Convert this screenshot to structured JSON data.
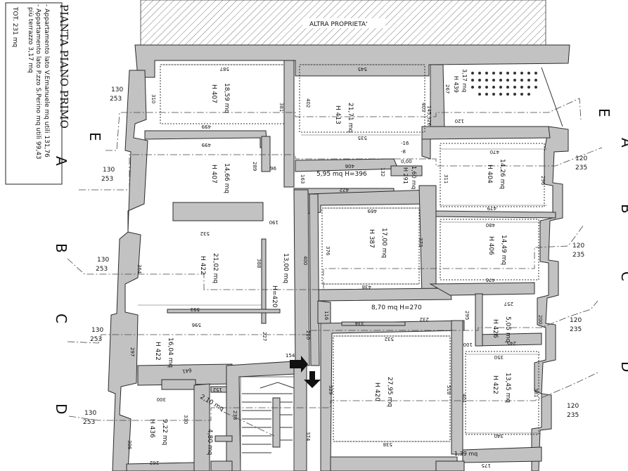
{
  "legend": {
    "title": "PIANTA PIANO PRIMO",
    "line1": "- Appartamento lato V.Emanuele mq utili 131,76",
    "line2": "- Appartamento lato P.zzo S.Perino mq utili 99,43",
    "line3": "più terrazzo 3,17 mq",
    "line4": "TOT. 231 mq"
  },
  "top_label": "ALTRA PROPRIETA'",
  "sections": {
    "A": "A",
    "B": "B",
    "C": "C",
    "D": "D",
    "E": "E"
  },
  "left_marks": [
    {
      "a": "130",
      "b": "253"
    },
    {
      "a": "130",
      "b": "253"
    },
    {
      "a": "130",
      "b": "253"
    },
    {
      "a": "130",
      "b": "253"
    },
    {
      "a": "130",
      "b": "253"
    }
  ],
  "right_marks": [
    {
      "a": "120",
      "b": "235"
    },
    {
      "a": "120",
      "b": "235"
    },
    {
      "a": "120",
      "b": "235"
    },
    {
      "a": "120",
      "b": "235"
    }
  ],
  "rooms": {
    "r1_area": "18,59 mq",
    "r1_h": "H 407",
    "r2_area": "21,71 mq",
    "r2_h": "H 413",
    "r3_area": "14,66 mq",
    "r3_h": "H 407",
    "r4_area": "5,95 mq  H=396",
    "r5_area": "14,26 mq",
    "r5_h": "H 404",
    "r6_area": "17,00 mq",
    "r6_h": "H 387",
    "r7_area": "14,49 mq",
    "r7_h": "H 406",
    "r8_area": "21,02 mq",
    "r8_h": "H 422",
    "r9_area": "13,00 mq",
    "r9_h": "H=420",
    "r10_area": "8,70 mq  H=270",
    "r11_area": "5,05 mq",
    "r11_h": "H 426",
    "r12_area": "16,04 mq",
    "r12_h": "H 422",
    "r13_area": "27,95 mq",
    "r13_h": "H 420",
    "r14_area": "13,45 mq",
    "r14_h": "H 422",
    "r15_area": "9,22 mq",
    "r15_h": "H 436",
    "r16_area": "4,80 mq",
    "r17_area": "2,10 mq",
    "r18_area": "1,39 mq",
    "r19_area": "3,17 mq",
    "r19_h": "H 439",
    "r20_area": "1,60 mq",
    "r20_h": "H 291"
  },
  "dims": {
    "d587": "587",
    "d545": "545",
    "d310": "310",
    "d381": "381",
    "d402": "402",
    "d403": "403",
    "d535": "535",
    "d499": "499",
    "d289": "289",
    "d96": "96",
    "d406": "406",
    "d16": "-16",
    "d8": "-8",
    "d0": "0,00",
    "d422": "422",
    "d163": "163",
    "d132": "132",
    "d470": "470",
    "d311": "311",
    "d296": "296",
    "d479": "479",
    "d532": "532",
    "d190": "190",
    "d469": "469",
    "d376": "376",
    "d373": "373",
    "d480": "480",
    "d364": "364",
    "d388": "388",
    "d400": "400",
    "d438": "438",
    "d476": "476",
    "d593": "593",
    "d116": "116",
    "d232": "232",
    "d257": "257",
    "d596": "596",
    "d334": "334",
    "d295": "295",
    "d200": "200",
    "d245": "245",
    "d100": "100",
    "d227": "227",
    "d210": "210",
    "d532b": "532",
    "d297": "297",
    "d154": "154",
    "d350": "350",
    "d641": "641",
    "d529": "529",
    "d518": "518",
    "d401": "401",
    "d381b": "381",
    "d300": "300",
    "d152": "152",
    "d238": "238",
    "d330": "330",
    "d538": "538",
    "d374": "374",
    "d340": "340",
    "d262": "262",
    "d306": "306",
    "d175": "175",
    "d120": "120",
    "d267": "267",
    "d145": "145,326"
  }
}
